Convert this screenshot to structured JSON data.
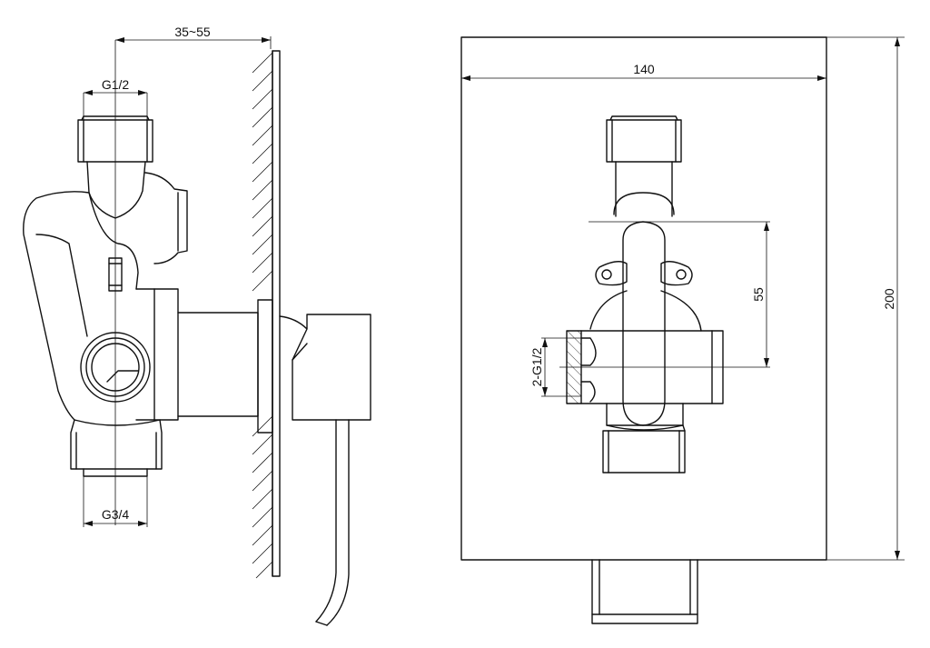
{
  "side_view": {
    "depth_dim": "35~55",
    "inlet_thread": "G1/2",
    "outlet_thread": "G3/4"
  },
  "front_view": {
    "plate_width": "140",
    "plate_height": "200",
    "center_distance": "55",
    "side_thread": "2-G1/2"
  }
}
